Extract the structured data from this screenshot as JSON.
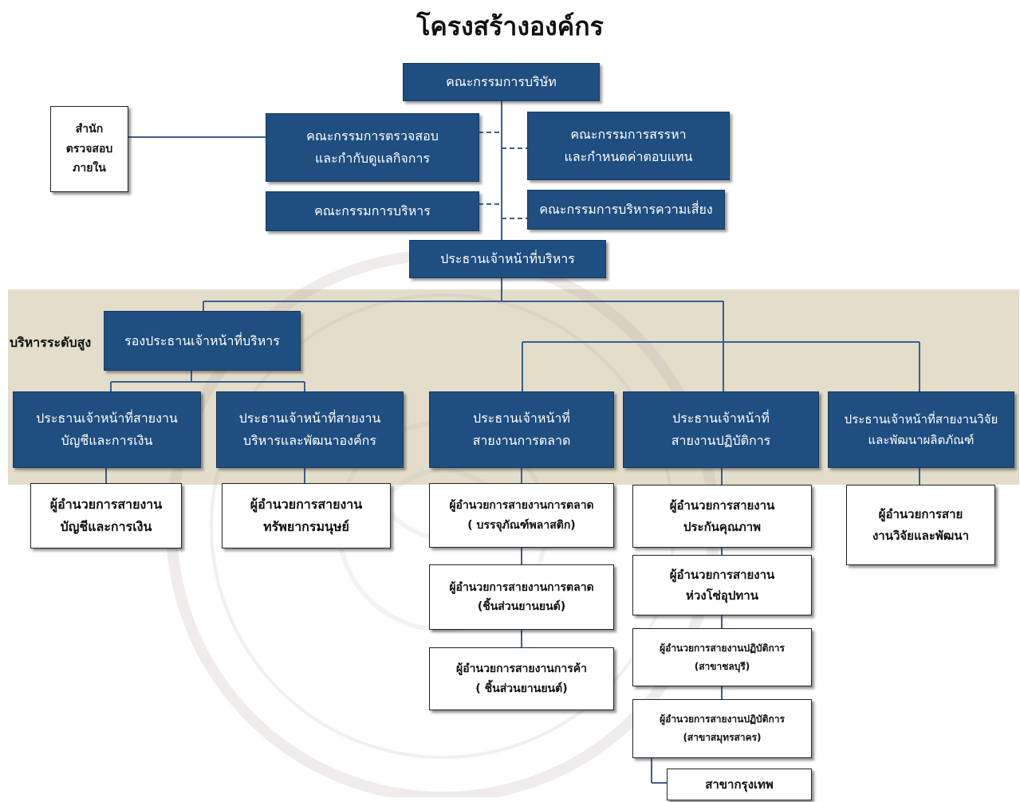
{
  "title": "โครงสร้างองค์กร",
  "side_label": "บริหารระดับสูง",
  "colors": {
    "dark_box": "#1f4e80",
    "light_box": "#ffffff",
    "band": "#e3ddca",
    "connector": "#3a5f8f"
  },
  "nodes": {
    "board": "คณะกรรมการบริษัท",
    "internal_audit": "สำนัก\nตรวจสอบ\nภายใน",
    "audit_committee": "คณะกรรมการตรวจสอบ\nและกำกับดูแลกิจการ",
    "nomination_committee": "คณะกรรมการสรรหา\nและกำหนดค่าตอบแทน",
    "executive_committee": "คณะกรรมการบริหาร",
    "risk_committee": "คณะกรรมการบริหารความเสี่ยง",
    "ceo": "ประธานเจ้าหน้าที่บริหาร",
    "deputy_ceo": "รองประธานเจ้าหน้าที่บริหาร",
    "cfo": "ประธานเจ้าหน้าที่สายงาน\nบัญชีและการเงิน",
    "cho": "ประธานเจ้าหน้าที่สายงาน\nบริหารและพัฒนาองค์กร",
    "cmo": "ประธานเจ้าหน้าที่\nสายงานการตลาด",
    "coo": "ประธานเจ้าหน้าที่\nสายงานปฏิบัติการ",
    "crdo": "ประธานเจ้าหน้าที่สายงานวิจัย\nและพัฒนาผลิตภัณฑ์",
    "dir_accounting": "ผู้อำนวยการสายงาน\nบัญชีและการเงิน",
    "dir_hr": "ผู้อำนวยการสายงาน\nทรัพยากรมนุษย์",
    "dir_mkt_plastic": "ผู้อำนวยการสายงานการตลาด\n( บรรจุภัณฑ์พลาสติก)",
    "dir_mkt_auto": "ผู้อำนวยการสายงานการตลาด\n(ชิ้นส่วนยานยนต์)",
    "dir_trade_auto": "ผู้อำนวยการสายงานการค้า\n( ชิ้นส่วนยานยนต์)",
    "dir_qa": "ผู้อำนวยการสายงาน\nประกันคุณภาพ",
    "dir_supply": "ผู้อำนวยการสายงาน\nห่วงโซ่อุปทาน",
    "dir_ops_chonburi": "ผู้อำนวยการสายงานปฏิบัติการ\n(สาขาชลบุรี)",
    "dir_ops_samutsakhon": "ผู้อำนวยการสายงานปฏิบัติการ\n(สาขาสมุทรสาคร)",
    "branch_bangkok": "สาขากรุงเทพ",
    "dir_rnd": "ผู้อำนวยการสาย\nงานวิจัยและพัฒนา"
  }
}
